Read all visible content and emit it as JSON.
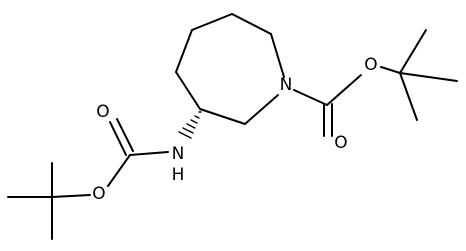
{
  "structure": {
    "atoms": [
      {
        "id": "N1",
        "label": "N"
      },
      {
        "id": "O1",
        "label": "O"
      },
      {
        "id": "O2",
        "label": "O"
      },
      {
        "id": "NH",
        "label": "N",
        "sub": "H"
      },
      {
        "id": "O3",
        "label": "O"
      },
      {
        "id": "O4",
        "label": "O"
      }
    ]
  },
  "colors": {
    "bond": "#000000",
    "label": "#000000",
    "background": "#ffffff"
  }
}
